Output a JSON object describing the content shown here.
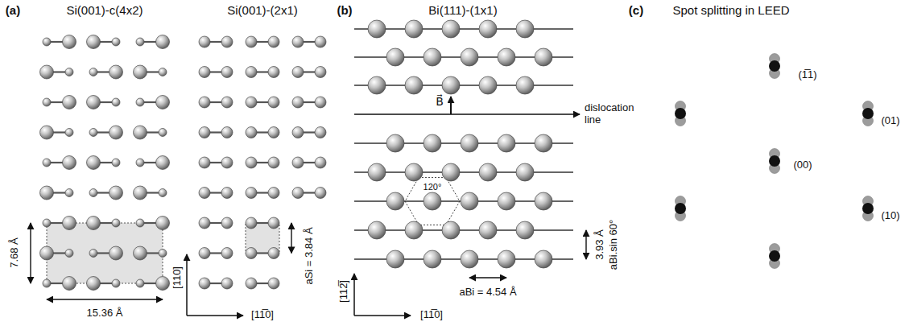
{
  "diagram": {
    "labels": [
      "(a)",
      "Si(001)-c(4x2)",
      "Si(001)-(2x1)",
      "7.68 Å",
      "15.36 Å",
      "[110]",
      "aSi = 3.84 Å",
      "[11̅0]",
      "(b)",
      "Bi(111)-(1x1)",
      "B⃗",
      "dislocation line",
      "120°",
      "3.93 Å",
      "aBi.sin 60°",
      "aBi = 4.54 Å",
      "[112̅]",
      "[11̅0]",
      "(c)",
      "Spot splitting in LEED",
      "(1̅1)",
      "(01)",
      "(00)",
      "(10)"
    ]
  }
}
